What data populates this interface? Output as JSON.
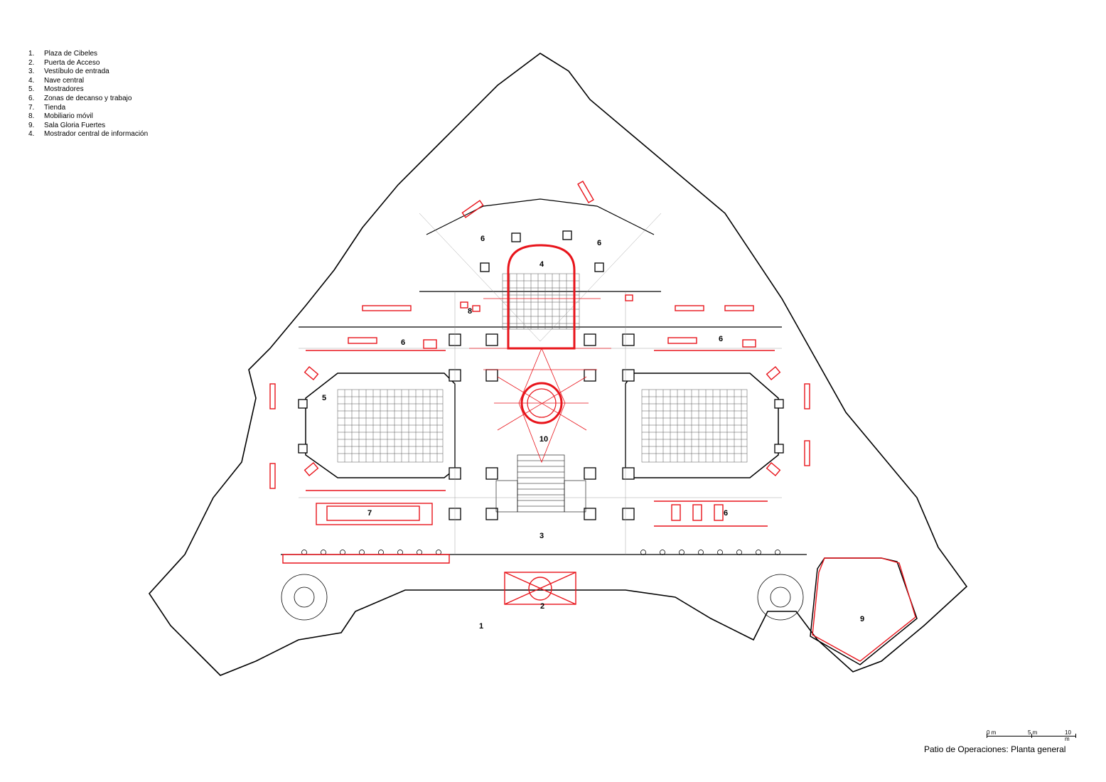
{
  "legend": [
    {
      "num": "1.",
      "label": "Plaza de Cibeles"
    },
    {
      "num": "2.",
      "label": "Puerta de Acceso"
    },
    {
      "num": "3.",
      "label": "Vestíbulo de entrada"
    },
    {
      "num": "4.",
      "label": "Nave central"
    },
    {
      "num": "5.",
      "label": "Mostradores"
    },
    {
      "num": "6.",
      "label": "Zonas de decanso y trabajo"
    },
    {
      "num": "7.",
      "label": "Tienda"
    },
    {
      "num": "8.",
      "label": "Mobiliario móvil"
    },
    {
      "num": "9.",
      "label": "Sala Gloria Fuertes"
    },
    {
      "num": "4.",
      "label": "Mostrador central de información"
    }
  ],
  "zone_labels": {
    "z1": "1",
    "z2": "2",
    "z3": "3",
    "z4": "4",
    "z5": "5",
    "z6a": "6",
    "z6b": "6",
    "z6c": "6",
    "z6d": "6",
    "z6e": "6",
    "z7": "7",
    "z8": "8",
    "z9": "9",
    "z10": "10"
  },
  "scale": {
    "t0": "0 m",
    "t5": "5 m",
    "t10": "10 m"
  },
  "title": "Patio de Operaciones: Planta general",
  "colors": {
    "walls": "#000000",
    "intervention": "#e8141b",
    "grid": "#8a8a8a"
  }
}
